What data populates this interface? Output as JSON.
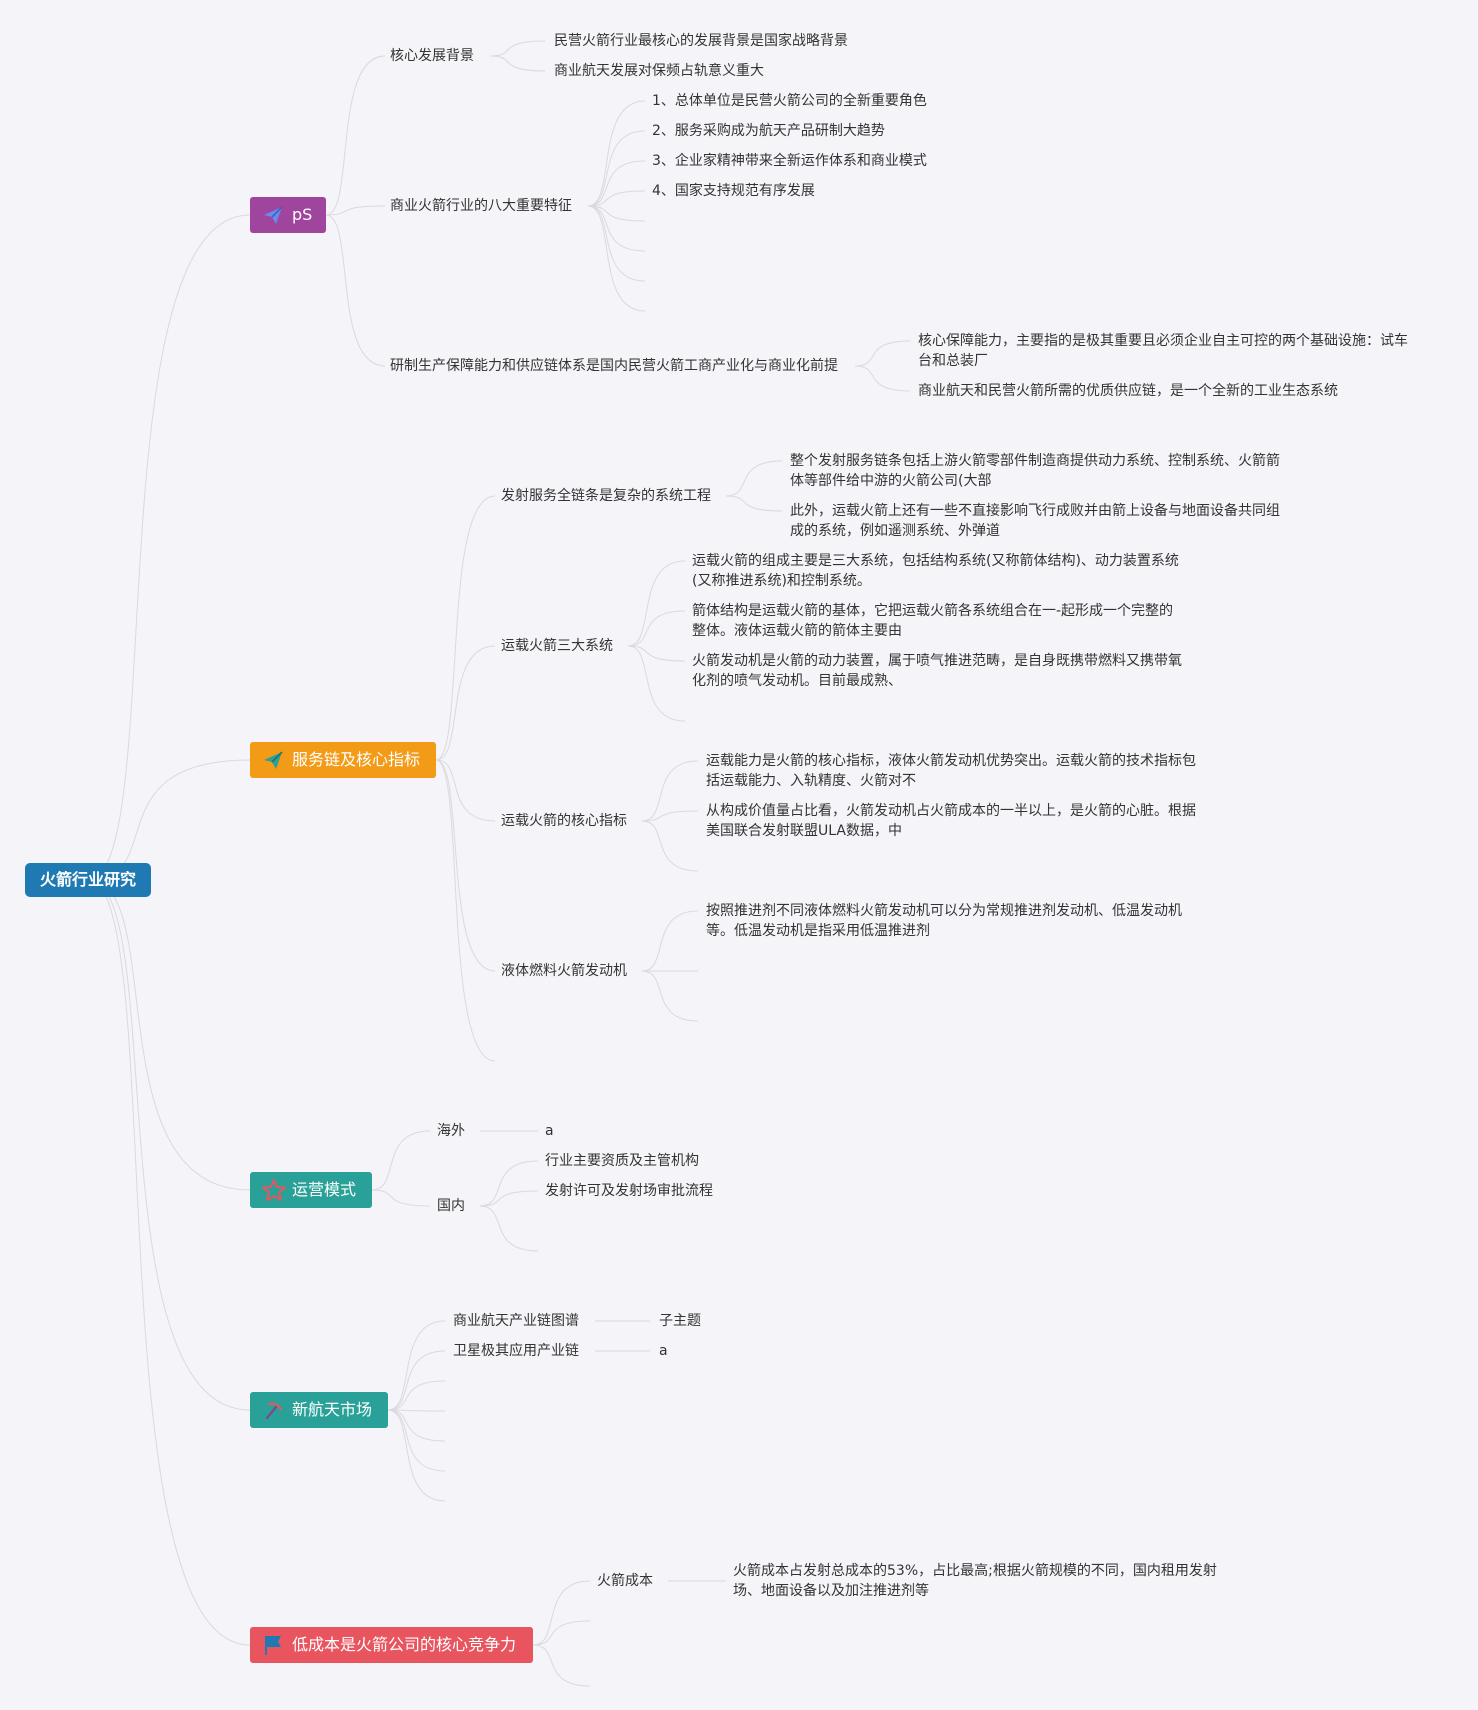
{
  "root": {
    "label": "火箭行业研究"
  },
  "branches": [
    {
      "label": "pS",
      "color": "#a0459e",
      "icon": "paper-plane-icon",
      "children": [
        {
          "label": "核心发展背景",
          "children": [
            "民营火箭行业最核心的发展背景是国家战略背景",
            "商业航天发展对保频占轨意义重大"
          ]
        },
        {
          "label": "商业火箭行业的八大重要特征",
          "children": [
            "1、总体单位是民营火箭公司的全新重要角色",
            "2、服务采购成为航天产品研制大趋势",
            "3、企业家精神带来全新运作体系和商业模式",
            "4、国家支持规范有序发展"
          ]
        },
        {
          "label": "研制生产保障能力和供应链体系是国内民营火箭工商产业化与商业化前提",
          "children": [
            "核心保障能力，主要指的是极其重要且必须企业自主可控的两个基础设施：试车台和总装厂",
            "商业航天和民营火箭所需的优质供应链，是一个全新的工业生态系统"
          ]
        }
      ]
    },
    {
      "label": "服务链及核心指标",
      "color": "#f39b16",
      "icon": "paper-plane-icon",
      "children": [
        {
          "label": "发射服务全链条是复杂的系统工程",
          "children": [
            "整个发射服务链条包括上游火箭零部件制造商提供动力系统、控制系统、火箭箭体等部件给中游的火箭公司(大部",
            "此外，运载火箭上还有一些不直接影响飞行成败并由箭上设备与地面设备共同组成的系统，例如遥测系统、外弹道"
          ]
        },
        {
          "label": "运载火箭三大系统",
          "children": [
            "运载火箭的组成主要是三大系统，包括结构系统(又称箭体结构)、动力装置系统(又称推进系统)和控制系统。",
            "箭体结构是运载火箭的基体，它把运载火箭各系统组合在一-起形成一个完整的整体。液体运载火箭的箭体主要由",
            "火箭发动机是火箭的动力装置，属于喷气推进范畴，是自身既携带燃料又携带氧化剂的喷气发动机。目前最成熟、"
          ]
        },
        {
          "label": "运载火箭的核心指标",
          "children": [
            "运载能力是火箭的核心指标，液体火箭发动机优势突出。运载火箭的技术指标包括运载能力、入轨精度、火箭对不",
            "从构成价值量占比看，火箭发动机占火箭成本的一半以上，是火箭的心脏。根据美国联合发射联盟ULA数据，中"
          ]
        },
        {
          "label": "液体燃料火箭发动机",
          "children": [
            "按照推进剂不同液体燃料火箭发动机可以分为常规推进剂发动机、低温发动机等。低温发动机是指采用低温推进剂"
          ]
        }
      ]
    },
    {
      "label": "运营模式",
      "color": "#2aa198",
      "icon": "star-icon",
      "children": [
        {
          "label": "海外",
          "children": [
            "a"
          ]
        },
        {
          "label": "国内",
          "children": [
            "行业主要资质及主管机构",
            "发射许可及发射场审批流程"
          ]
        }
      ]
    },
    {
      "label": "新航天市场",
      "color": "#2aa198",
      "icon": "pickaxe-icon",
      "children": [
        {
          "label": "商业航天产业链图谱",
          "children": [
            "子主题"
          ]
        },
        {
          "label": "卫星极其应用产业链",
          "children": [
            "a"
          ]
        }
      ]
    },
    {
      "label": "低成本是火箭公司的核心竞争力",
      "color": "#e8555f",
      "icon": "flag-icon",
      "children": [
        {
          "label": "火箭成本",
          "children": [
            "火箭成本占发射总成本的53%，占比最高;根据火箭规模的不同，国内租用发射场、地面设备以及加注推进剂等"
          ]
        }
      ]
    }
  ]
}
